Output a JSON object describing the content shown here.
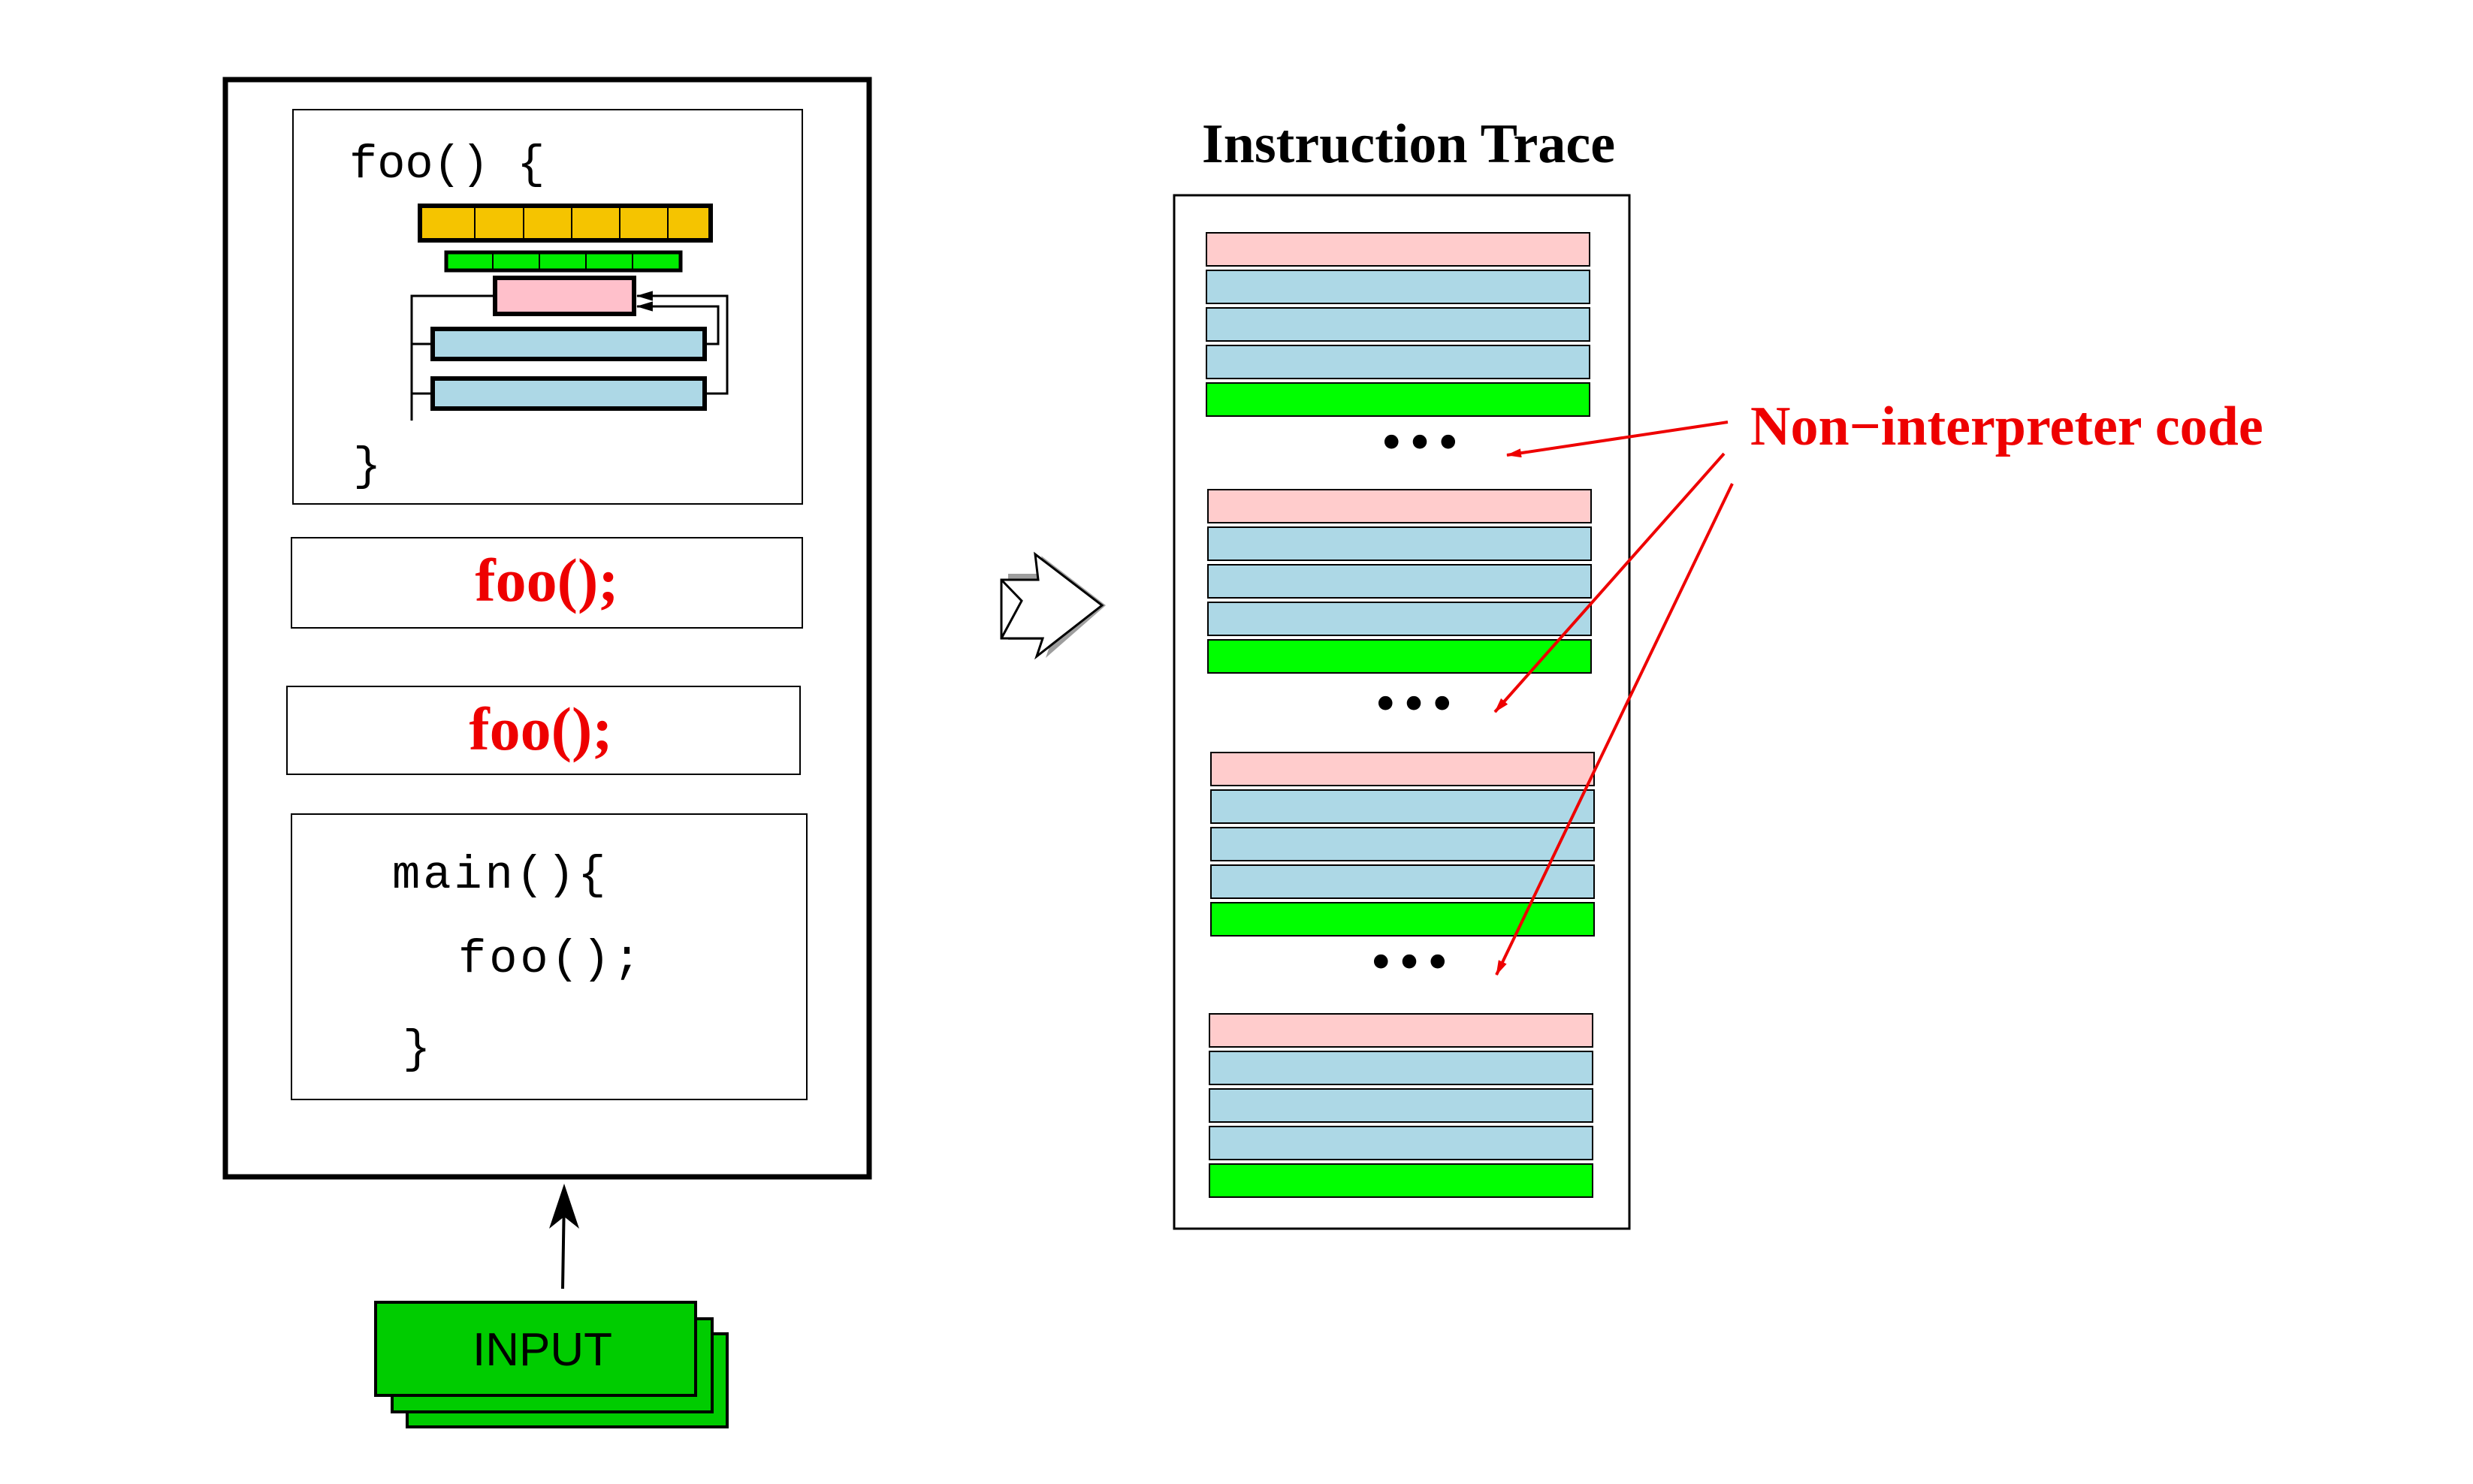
{
  "program": {
    "func_def": {
      "header": "foo()  {",
      "close": "}",
      "colors": {
        "wide_bar": "#f5c400",
        "narrow_bar": "#00ee00",
        "target_block": "#ffc0cb",
        "body_block": "#add8e6"
      }
    },
    "calls": [
      "foo();",
      "foo();"
    ],
    "main_code": {
      "line1": "main(){",
      "line2": "foo();",
      "line3": "}"
    },
    "call_color": "#ee0000"
  },
  "input": {
    "label": "INPUT",
    "color": "#00cc00"
  },
  "trace": {
    "title": "Instruction Trace",
    "ellipsis": "•••",
    "groups": [
      [
        "pink",
        "blue",
        "blue",
        "blue",
        "green"
      ],
      [
        "pink",
        "blue",
        "blue",
        "blue",
        "green"
      ],
      [
        "pink",
        "blue",
        "blue",
        "blue",
        "green"
      ],
      [
        "pink",
        "blue",
        "blue",
        "blue",
        "green"
      ]
    ],
    "colors": {
      "pink": "#ffcccc",
      "blue": "#add8e6",
      "green": "#00ff00"
    }
  },
  "annotation": {
    "label": "Non−interpreter code",
    "color": "#ee0000"
  }
}
